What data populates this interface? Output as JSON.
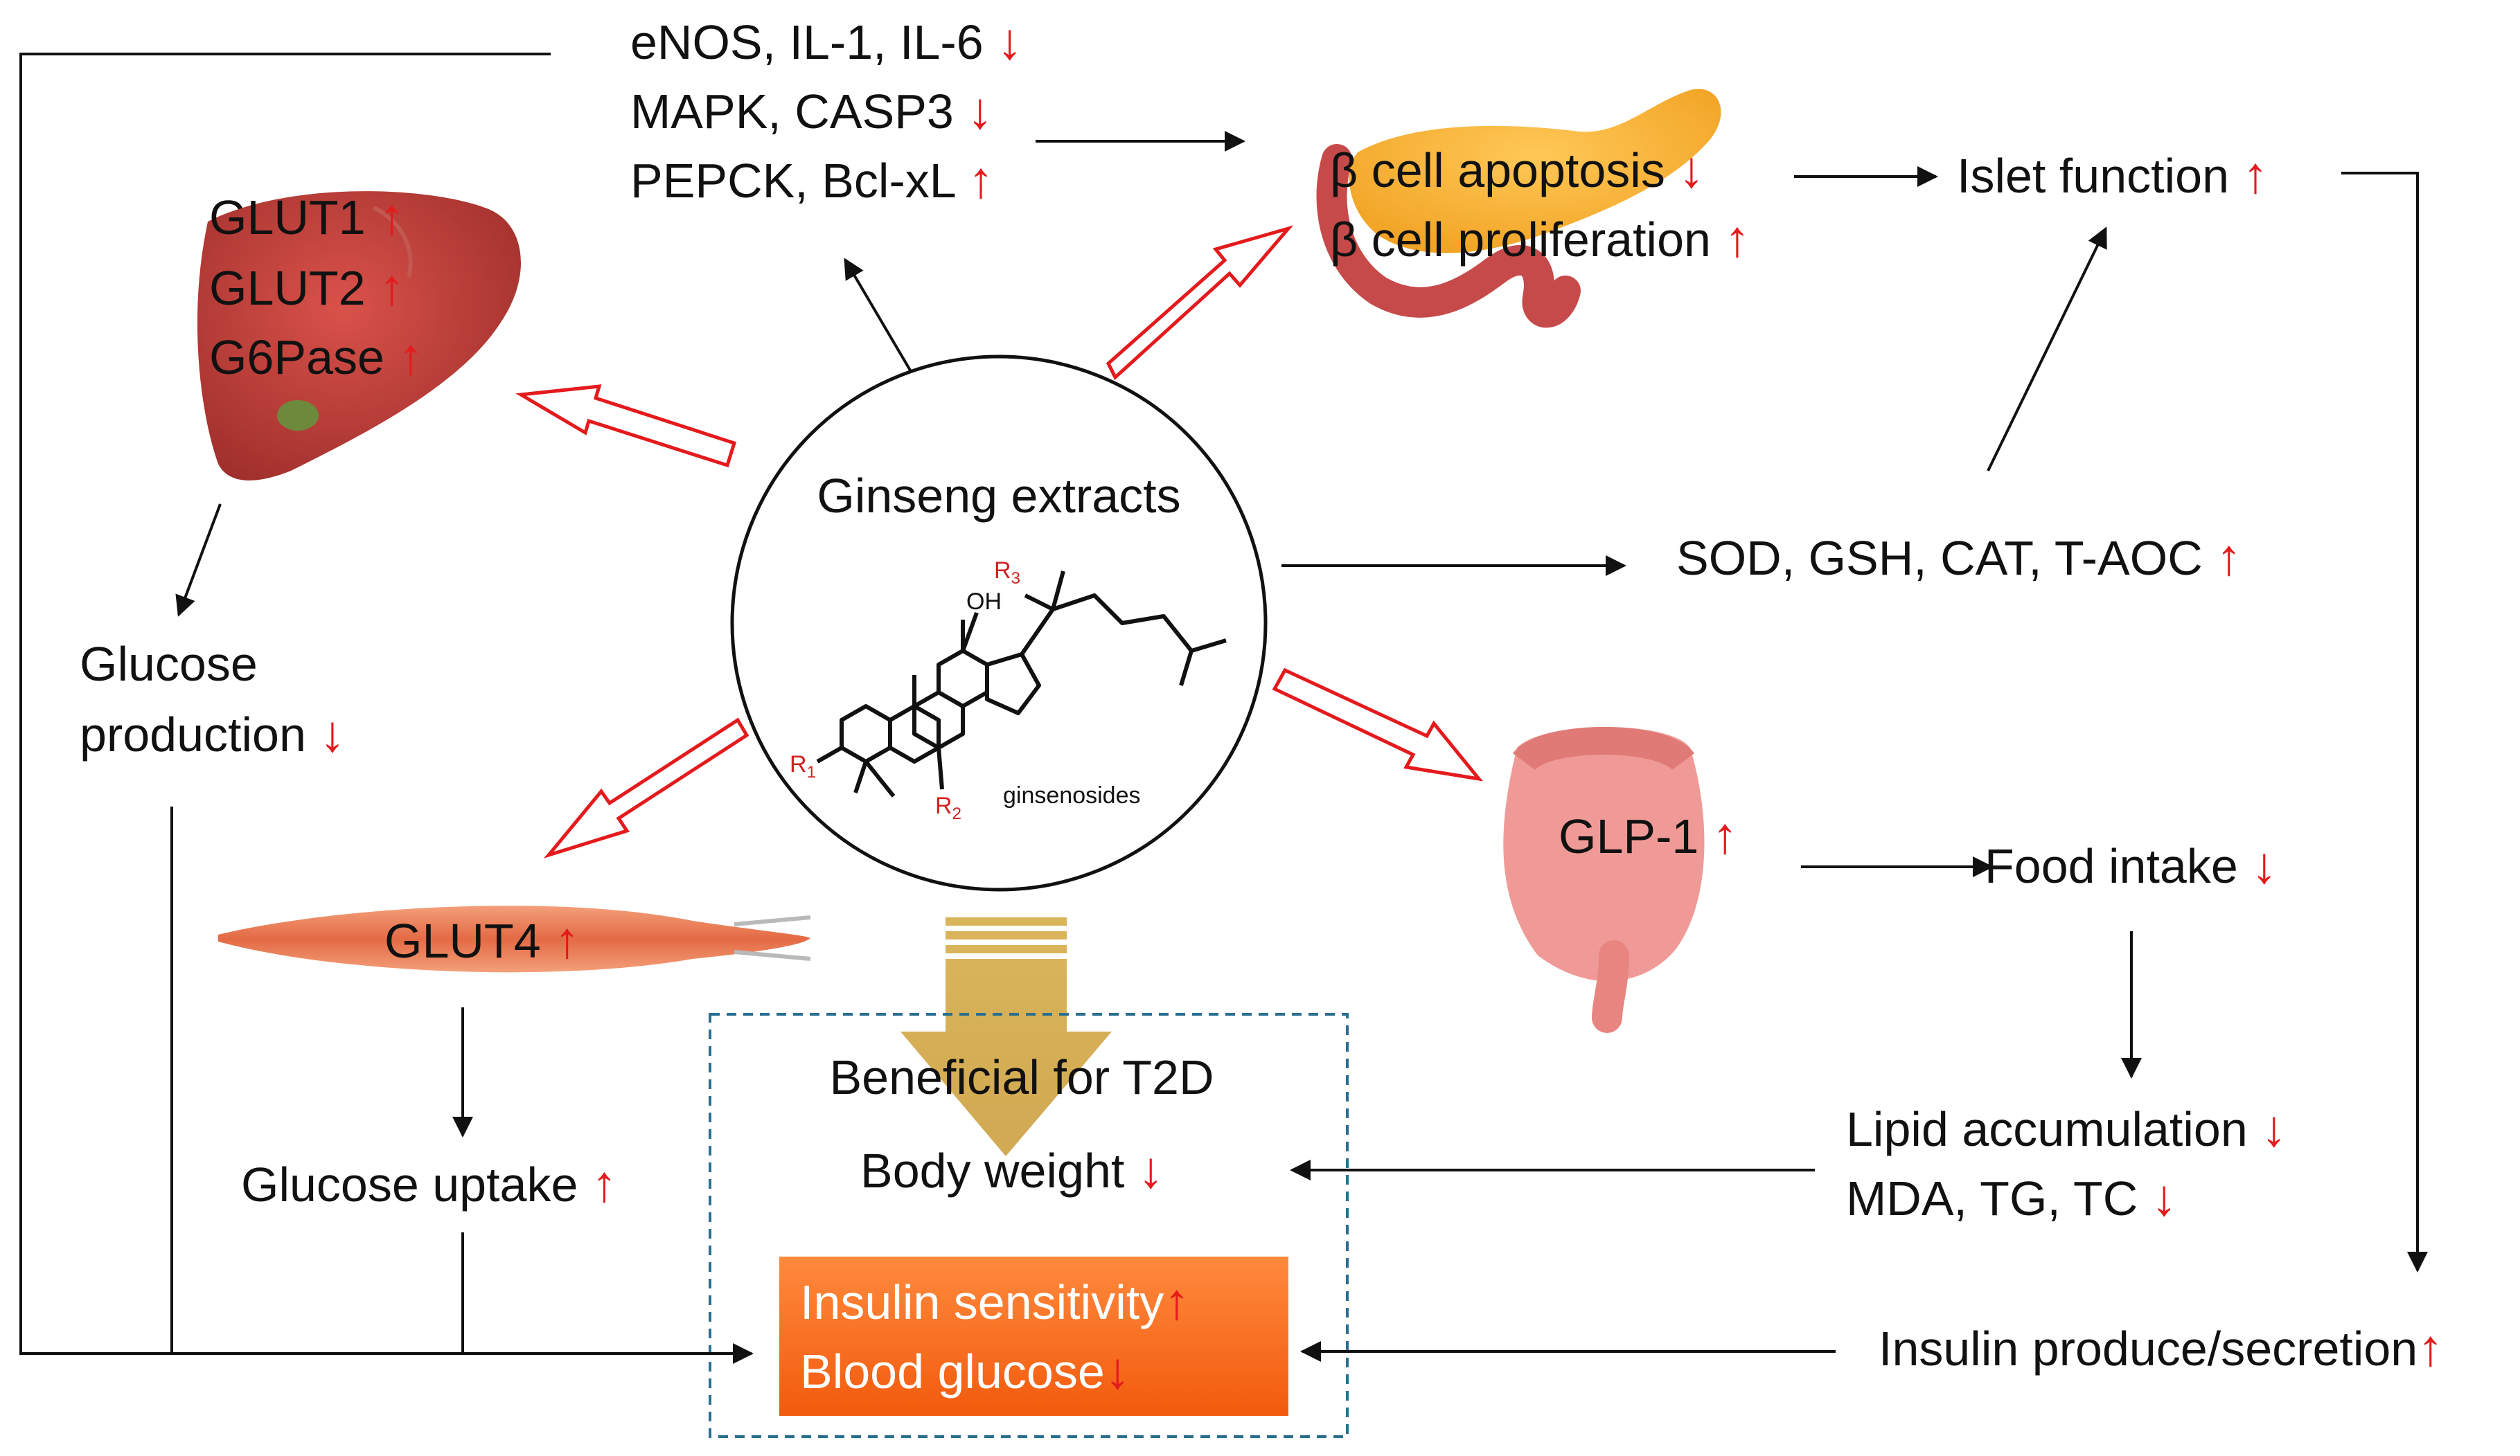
{
  "colors": {
    "accent_red": "#e41a1c",
    "arrow_black": "#111111",
    "gold_arrow": "#d9b45a",
    "insulin_box_top": "#ff8a3d",
    "insulin_box_bottom": "#f25a0d",
    "dashed_box": "#2a6f8f"
  },
  "icons": {
    "up": "↑",
    "down": "↓"
  },
  "center": {
    "title": "Ginseng extracts",
    "molecule_label": "ginsenosides",
    "oh": "OH",
    "r1": "R",
    "r1_sub": "1",
    "r2": "R",
    "r2_sub": "2",
    "r3": "R",
    "r3_sub": "3"
  },
  "top_markers": [
    {
      "text": "eNOS, IL-1, IL-6",
      "dir": "down"
    },
    {
      "text": "MAPK, CASP3",
      "dir": "down"
    },
    {
      "text": "PEPCK, Bcl-xL",
      "dir": "up"
    }
  ],
  "liver": [
    {
      "text": "GLUT1",
      "dir": "up"
    },
    {
      "text": "GLUT2",
      "dir": "up"
    },
    {
      "text": "G6Pase",
      "dir": "up"
    }
  ],
  "pancreas": [
    {
      "text": "β cell apoptosis",
      "dir": "down"
    },
    {
      "text": "β cell proliferation",
      "dir": "up"
    }
  ],
  "islet": {
    "text": "Islet function",
    "dir": "up"
  },
  "antioxidant": {
    "text": "SOD, GSH, CAT, T-AOC",
    "dir": "up"
  },
  "glucose_production": {
    "line1": "Glucose",
    "line2": "production",
    "dir": "down"
  },
  "muscle": {
    "text": "GLUT4",
    "dir": "up"
  },
  "glucose_uptake": {
    "text": "Glucose uptake",
    "dir": "up"
  },
  "intestine": {
    "text": "GLP-1",
    "dir": "up"
  },
  "food_intake": {
    "text": "Food intake",
    "dir": "down"
  },
  "lipid": [
    {
      "text": "Lipid accumulation",
      "dir": "down"
    },
    {
      "text": "MDA, TG, TC",
      "dir": "down"
    }
  ],
  "insulin_secretion": {
    "text": "Insulin produce/secretion",
    "dir": "up"
  },
  "outcome": {
    "title": "Beneficial for T2D",
    "body_weight": {
      "text": "Body weight",
      "dir": "down"
    },
    "insulin_sensitivity": {
      "text": "Insulin sensitivity",
      "dir": "up"
    },
    "blood_glucose": {
      "text": "Blood glucose",
      "dir": "down"
    }
  }
}
